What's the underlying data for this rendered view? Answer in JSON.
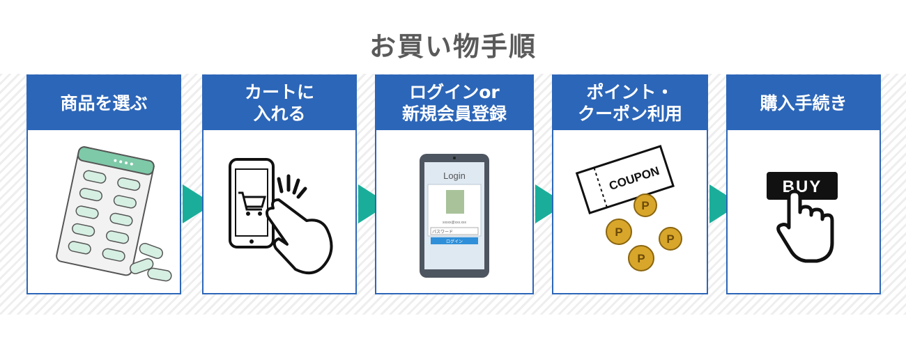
{
  "title": "お買い物手順",
  "colors": {
    "header_blue": "#2c66b8",
    "arrow_teal": "#1aae9a",
    "title_gray": "#5a5a5a"
  },
  "steps": [
    {
      "lines": [
        "商品を選ぶ"
      ],
      "icon": "medicine-blister-icon"
    },
    {
      "lines": [
        "カートに",
        "入れる"
      ],
      "icon": "smartphone-cart-tap-icon"
    },
    {
      "lines": [
        "ログインor",
        "新規会員登録"
      ],
      "icon": "smartphone-login-icon",
      "screen": {
        "heading": "Login",
        "email": "xxxxx@xxx.xxx",
        "password": "パスワード",
        "button": "ログイン"
      }
    },
    {
      "lines": [
        "ポイント・",
        "クーポン利用"
      ],
      "icon": "coupon-points-icon",
      "coupon_text": "COUPON",
      "coin_letter": "P"
    },
    {
      "lines": [
        "購入手続き"
      ],
      "icon": "buy-button-hand-icon",
      "button_text": "BUY"
    }
  ]
}
